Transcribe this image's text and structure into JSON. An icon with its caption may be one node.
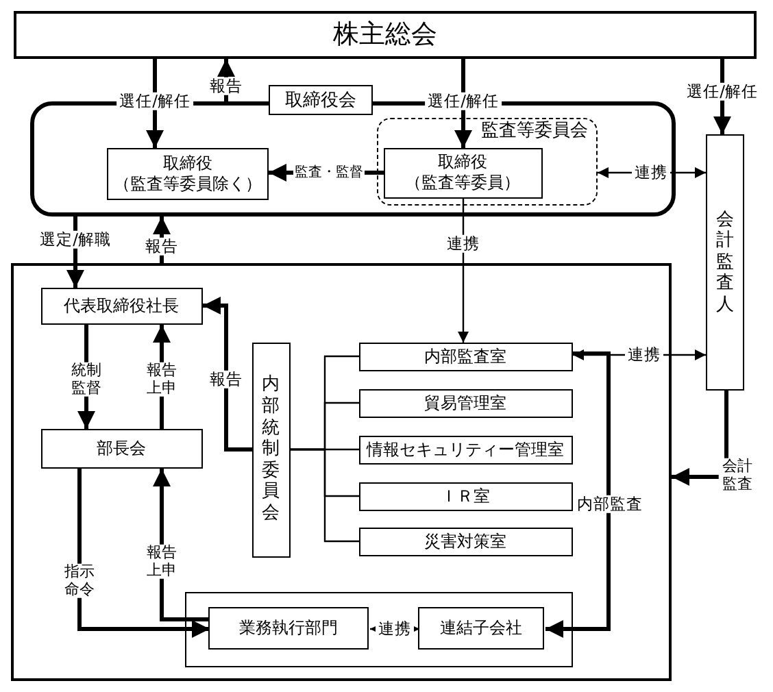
{
  "diagram": {
    "nodes": [
      {
        "text": [
          "株主総会"
        ]
      },
      {
        "text": [
          "取締役会"
        ]
      },
      {
        "text": [
          "取締役（監査等委員除く）"
        ],
        "in": 1
      },
      {
        "text": [
          "監査等委員会"
        ],
        "in": 1
      },
      {
        "text": [
          "取締役（監査等委員）"
        ],
        "in": 3
      },
      {
        "text": [
          "会計監査人"
        ]
      },
      {
        "text": [],
        "shape": "box"
      },
      {
        "text": [
          "代表取締役社長"
        ],
        "in": 6
      },
      {
        "text": [
          "部長会"
        ],
        "in": 6
      },
      {
        "text": [
          "内部統制委員会"
        ],
        "in": 6
      },
      {
        "text": [
          "内部監査室"
        ],
        "in": 6
      },
      {
        "text": [
          "貿易管理室"
        ],
        "in": 6
      },
      {
        "text": [
          "情報セキュリティー管理室"
        ],
        "in": 6
      },
      {
        "text": [
          "ＩＲ室"
        ],
        "in": 6
      },
      {
        "text": [
          "災害対策室"
        ],
        "in": 6
      },
      {
        "text": [],
        "shape": "box",
        "in": 6
      },
      {
        "text": [
          "業務執行部門"
        ],
        "in": 15
      },
      {
        "text": [
          "連結子会社"
        ],
        "in": 15
      }
    ],
    "edges": [
      {
        "from": 0,
        "to": 2,
        "arrow": "to",
        "label": "選任/解任"
      },
      {
        "from": 1,
        "to": 0,
        "arrow": "to",
        "label": "報告"
      },
      {
        "from": 0,
        "to": 4,
        "arrow": "to",
        "label": "選任/解任"
      },
      {
        "from": 0,
        "to": 5,
        "arrow": "to",
        "label": "選任/解任"
      },
      {
        "from": 4,
        "to": 2,
        "arrow": "to",
        "label": "監査・監督"
      },
      {
        "from": 3,
        "to": 5,
        "arrow": "both",
        "label": "連携"
      },
      {
        "from": 1,
        "to": 7,
        "arrow": "to",
        "label": "選定/解職"
      },
      {
        "from": 6,
        "to": 1,
        "arrow": "to",
        "label": "報告"
      },
      {
        "from": 4,
        "to": 10,
        "arrow": "to",
        "label": "連携"
      },
      {
        "from": 7,
        "to": 8,
        "arrow": "to",
        "label": "統制監督"
      },
      {
        "from": 8,
        "to": 7,
        "arrow": "to",
        "label": "報告上申"
      },
      {
        "from": 9,
        "to": 7,
        "arrow": "to",
        "label": "報告"
      },
      {
        "from": 9,
        "to": 10,
        "arrow": "none"
      },
      {
        "from": 9,
        "to": 11,
        "arrow": "none"
      },
      {
        "from": 9,
        "to": 12,
        "arrow": "none"
      },
      {
        "from": 9,
        "to": 13,
        "arrow": "none"
      },
      {
        "from": 9,
        "to": 14,
        "arrow": "none"
      },
      {
        "from": 10,
        "to": 5,
        "arrow": "both",
        "label": "連携"
      },
      {
        "from": 5,
        "to": 6,
        "arrow": "to",
        "label": "会計監査"
      },
      {
        "from": 10,
        "to": 17,
        "arrow": "to",
        "label": "内部監査"
      },
      {
        "from": 8,
        "to": 16,
        "arrow": "to",
        "label": "指示命令"
      },
      {
        "from": 16,
        "to": 8,
        "arrow": "to",
        "label": "報告上申"
      },
      {
        "from": 16,
        "to": 17,
        "arrow": "both",
        "label": "連携"
      }
    ]
  }
}
